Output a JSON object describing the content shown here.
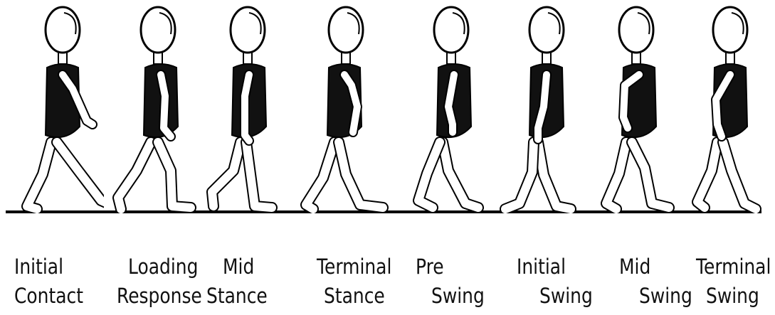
{
  "phases": [
    {
      "line1": "Initial",
      "line2": "Contact"
    },
    {
      "line1": "Loading",
      "line2": "Response"
    },
    {
      "line1": "Mid",
      "line2": "Stance"
    },
    {
      "line1": "Terminal",
      "line2": "Stance"
    },
    {
      "line1": "Pre",
      "line2": "Swing"
    },
    {
      "line1": "Initial",
      "line2": "Swing"
    },
    {
      "line1": "Mid",
      "line2": "Swing"
    },
    {
      "line1": "Terminal",
      "line2": "Swing"
    }
  ],
  "colors": {
    "torso": "#111111",
    "outline": "#000000",
    "skin": "#ffffff"
  }
}
